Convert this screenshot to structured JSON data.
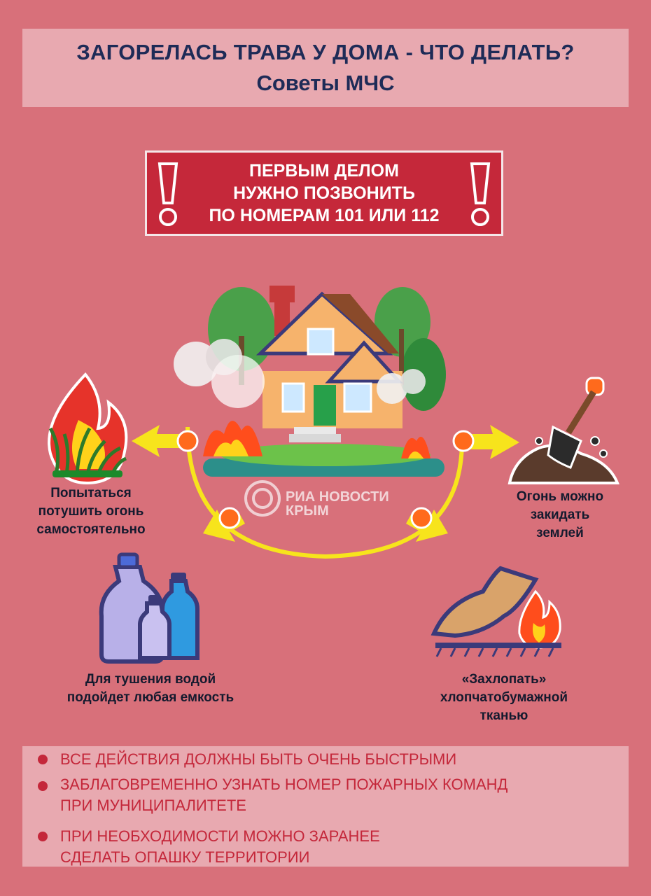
{
  "header": {
    "title": "ЗАГОРЕЛАСЬ ТРАВА У ДОМА - ЧТО ДЕЛАТЬ?",
    "subtitle": "Советы МЧС"
  },
  "alert": {
    "line1": "ПЕРВЫМ ДЕЛОМ",
    "line2": "НУЖНО ПОЗВОНИТЬ",
    "line3": "ПО НОМЕРАМ 101 ИЛИ 112"
  },
  "watermark": {
    "line1": "РИА НОВОСТИ",
    "line2": "КРЫМ"
  },
  "tips": {
    "self": [
      "Попытаться",
      "потушить огонь",
      "самостоятельно"
    ],
    "earth": [
      "Огонь можно",
      "закидать",
      "землей"
    ],
    "water": [
      "Для тушения водой",
      "подойдет любая емкость"
    ],
    "cloth": [
      "«Захлопать»",
      "хлопчатобумажной",
      "тканью"
    ]
  },
  "bullets": [
    {
      "line1": "ВСЕ ДЕЙСТВИЯ ДОЛЖНЫ БЫТЬ ОЧЕНЬ БЫСТРЫМИ",
      "line2": ""
    },
    {
      "line1": "ЗАБЛАГОВРЕМЕННО УЗНАТЬ НОМЕР ПОЖАРНЫХ КОМАНД",
      "line2": "ПРИ МУНИЦИПАЛИТЕТЕ"
    },
    {
      "line1": "ПРИ НЕОБХОДИМОСТИ МОЖНО ЗАРАНЕЕ",
      "line2": "СДЕЛАТЬ ОПАШКУ ТЕРРИТОРИИ"
    }
  ],
  "colors": {
    "background": "#d8707a",
    "panel": "#e8a9b0",
    "title": "#1e2b57",
    "accent": "#c4273a",
    "arrow": "#f7e41c"
  }
}
